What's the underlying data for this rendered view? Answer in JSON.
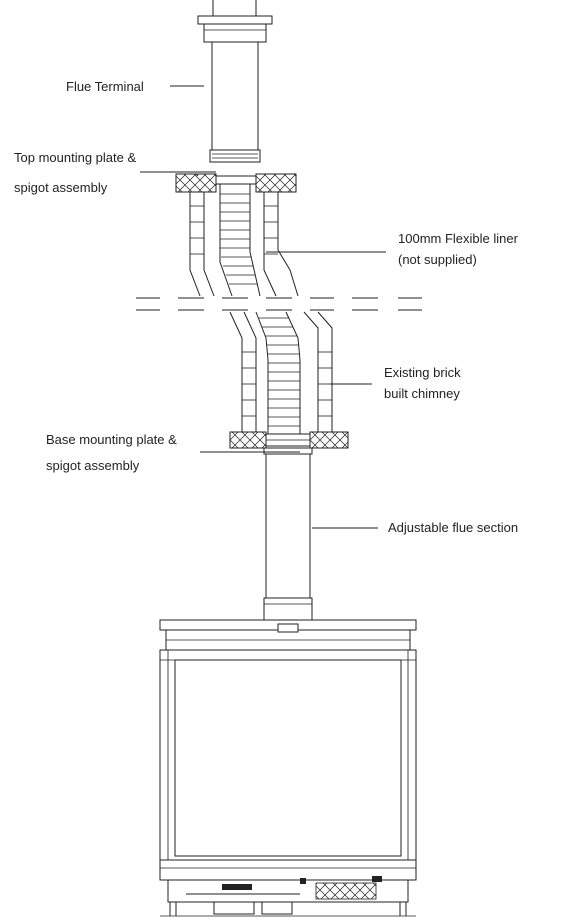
{
  "labels": {
    "flue_terminal": "Flue Terminal",
    "top_plate_line1": "Top mounting plate &",
    "top_plate_line2": "spigot assembly",
    "liner_line1": "100mm Flexible liner",
    "liner_line2": "(not supplied)",
    "chimney_line1": "Existing brick",
    "chimney_line2": "built chimney",
    "base_plate_line1": "Base mounting plate &",
    "base_plate_line2": "spigot assembly",
    "adjustable_flue": "Adjustable flue section"
  },
  "colors": {
    "line": "#222222",
    "background": "#ffffff"
  }
}
